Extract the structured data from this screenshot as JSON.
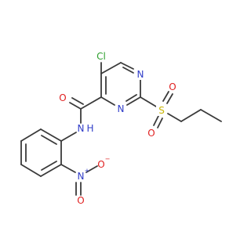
{
  "molecule": {
    "atoms": {
      "cl": "Cl",
      "n_ring_top": "N",
      "n_ring_bottom": "N",
      "s": "S",
      "o_sulfonyl_top": "O",
      "o_sulfonyl_bottom": "O",
      "o_carbonyl": "O",
      "n_amide": "N",
      "h_amide": "H",
      "n_nitro": "N",
      "n_nitro_charge": "+",
      "o_nitro_top": "O",
      "o_nitro_bottom": "O",
      "o_nitro_charge": "−"
    },
    "colors": {
      "chlorine": "#2ea02e",
      "nitrogen": "#2f3cc8",
      "oxygen": "#e02020",
      "sulfur": "#c8b400",
      "carbon_bond": "#3a3a3a"
    }
  }
}
